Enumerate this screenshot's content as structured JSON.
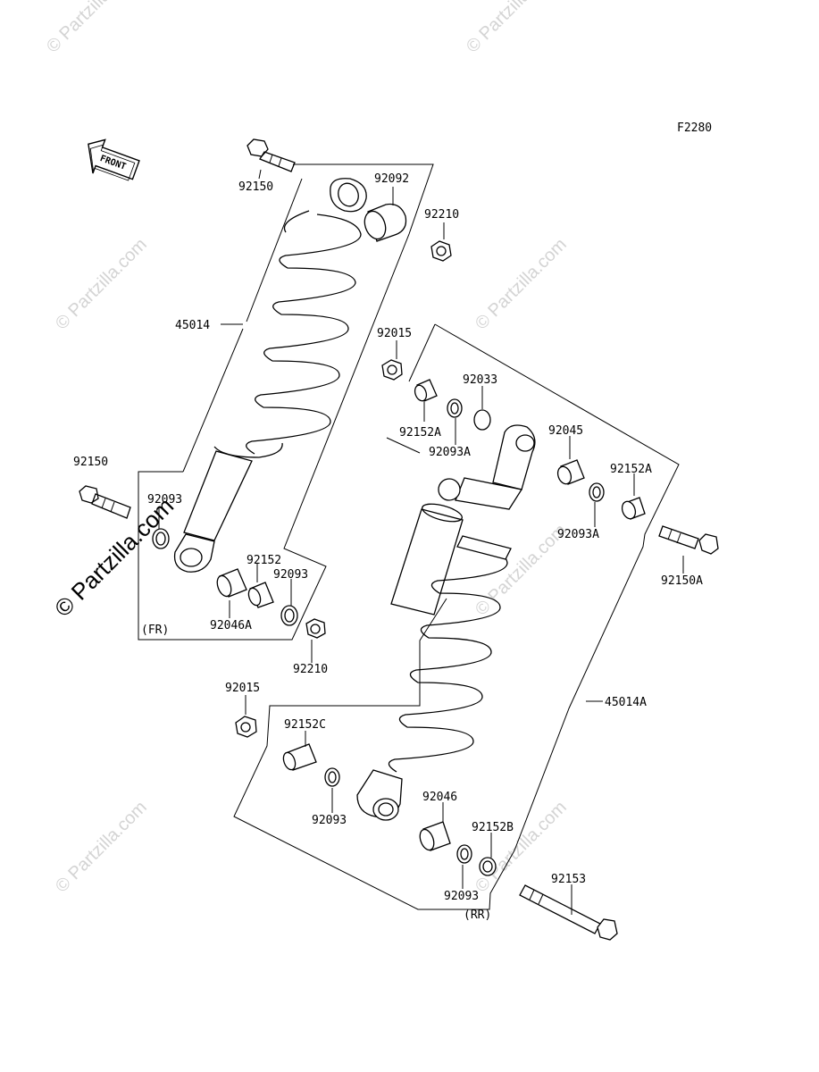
{
  "diagram": {
    "code": "F2280",
    "front_badge": "FRONT",
    "groups": {
      "front": "(FR)",
      "rear": "(RR)"
    },
    "watermark": "© Partzilla.com",
    "labels": {
      "l_92150_top": "92150",
      "l_92092": "92092",
      "l_92210_top": "92210",
      "l_45014": "45014",
      "l_92150_left": "92150",
      "l_92093_fr1": "92093",
      "l_92152": "92152",
      "l_92093_fr2": "92093",
      "l_92046A": "92046A",
      "l_92210_bot": "92210",
      "l_92015_top": "92015",
      "l_92033": "92033",
      "l_92152A_left": "92152A",
      "l_92093A_left": "92093A",
      "l_92045": "92045",
      "l_92152A_right": "92152A",
      "l_92093A_right": "92093A",
      "l_92150A": "92150A",
      "l_45014A": "45014A",
      "l_92015_bot": "92015",
      "l_92152C": "92152C",
      "l_92093_rr1": "92093",
      "l_92046": "92046",
      "l_92152B": "92152B",
      "l_92093_rr2": "92093",
      "l_92153": "92153"
    }
  }
}
